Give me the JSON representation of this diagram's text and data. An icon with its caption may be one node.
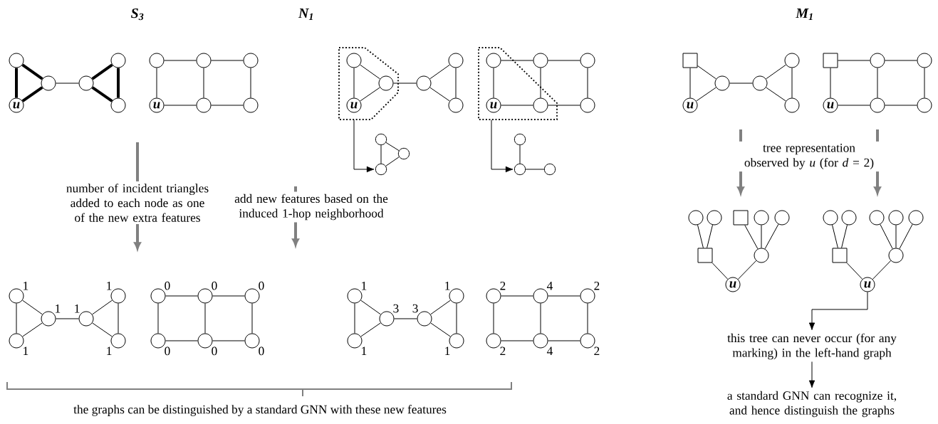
{
  "diagram": {
    "nodes": [
      {
        "text": [],
        "shape": "circle"
      },
      {
        "text": [
          "u"
        ]
      },
      {
        "text": [],
        "shape": "circle"
      },
      {
        "text": [],
        "shape": "circle"
      },
      {
        "text": [],
        "shape": "circle"
      },
      {
        "text": [],
        "shape": "circle"
      },
      {
        "text": [],
        "shape": "circle"
      },
      {
        "text": [],
        "shape": "circle"
      },
      {
        "text": [],
        "shape": "circle"
      },
      {
        "text": [
          "u"
        ]
      },
      {
        "text": [],
        "shape": "circle"
      },
      {
        "text": [],
        "shape": "circle"
      },
      {
        "text": [
          "number of incident triangles added to each node as one of the new extra features"
        ]
      },
      {
        "text": [],
        "shape": "circle",
        "beside": [
          "1"
        ]
      },
      {
        "text": [],
        "shape": "circle",
        "beside": [
          "1"
        ]
      },
      {
        "text": [],
        "shape": "circle",
        "beside": [
          "1"
        ]
      },
      {
        "text": [],
        "shape": "circle",
        "beside": [
          "1"
        ]
      },
      {
        "text": [],
        "shape": "circle",
        "beside": [
          "1"
        ]
      },
      {
        "text": [],
        "shape": "circle",
        "beside": [
          "1"
        ]
      },
      {
        "text": [],
        "shape": "circle",
        "beside": [
          "0"
        ]
      },
      {
        "text": [],
        "shape": "circle",
        "beside": [
          "0"
        ]
      },
      {
        "text": [],
        "shape": "circle",
        "beside": [
          "0"
        ]
      },
      {
        "text": [],
        "shape": "circle",
        "beside": [
          "0"
        ]
      },
      {
        "text": [],
        "shape": "circle",
        "beside": [
          "0"
        ]
      },
      {
        "text": [],
        "shape": "circle",
        "beside": [
          "0"
        ]
      },
      {
        "text": [],
        "shape": "circle",
        "in": 37
      },
      {
        "text": [
          "u"
        ],
        "in": 37
      },
      {
        "text": [],
        "shape": "circle",
        "in": 37
      },
      {
        "text": [],
        "shape": "circle"
      },
      {
        "text": [],
        "shape": "circle"
      },
      {
        "text": [],
        "shape": "circle"
      },
      {
        "text": [],
        "shape": "circle",
        "in": 38
      },
      {
        "text": [],
        "shape": "circle"
      },
      {
        "text": [],
        "shape": "circle"
      },
      {
        "text": [
          "u"
        ],
        "in": 38
      },
      {
        "text": [],
        "shape": "circle",
        "in": 38
      },
      {
        "text": [],
        "shape": "circle"
      },
      {
        "text": [],
        "shape": "polygon"
      },
      {
        "text": [],
        "shape": "polygon"
      },
      {
        "text": [],
        "shape": "circle"
      },
      {
        "text": [],
        "shape": "circle"
      },
      {
        "text": [],
        "shape": "circle"
      },
      {
        "text": [],
        "shape": "circle"
      },
      {
        "text": [],
        "shape": "circle"
      },
      {
        "text": [],
        "shape": "circle"
      },
      {
        "text": [
          "add new features based on the induced 1-hop neighborhood"
        ]
      },
      {
        "text": [],
        "shape": "circle",
        "beside": [
          "1"
        ]
      },
      {
        "text": [],
        "shape": "circle",
        "beside": [
          "1"
        ]
      },
      {
        "text": [],
        "shape": "circle",
        "beside": [
          "3"
        ]
      },
      {
        "text": [],
        "shape": "circle",
        "beside": [
          "3"
        ]
      },
      {
        "text": [],
        "shape": "circle",
        "beside": [
          "1"
        ]
      },
      {
        "text": [],
        "shape": "circle",
        "beside": [
          "1"
        ]
      },
      {
        "text": [],
        "shape": "circle",
        "beside": [
          "2"
        ]
      },
      {
        "text": [],
        "shape": "circle",
        "beside": [
          "4"
        ]
      },
      {
        "text": [],
        "shape": "circle",
        "beside": [
          "2"
        ]
      },
      {
        "text": [],
        "shape": "circle",
        "beside": [
          "2"
        ]
      },
      {
        "text": [],
        "shape": "circle",
        "beside": [
          "4"
        ]
      },
      {
        "text": [],
        "shape": "circle",
        "beside": [
          "2"
        ]
      },
      {
        "text": [],
        "shape": "box"
      },
      {
        "text": [
          "u"
        ]
      },
      {
        "text": [],
        "shape": "circle"
      },
      {
        "text": [],
        "shape": "circle"
      },
      {
        "text": [],
        "shape": "circle"
      },
      {
        "text": [],
        "shape": "circle"
      },
      {
        "text": [],
        "shape": "box"
      },
      {
        "text": [],
        "shape": "circle"
      },
      {
        "text": [],
        "shape": "circle"
      },
      {
        "text": [
          "u"
        ]
      },
      {
        "text": [],
        "shape": "circle"
      },
      {
        "text": [],
        "shape": "circle"
      },
      {
        "text": [
          "tree representation observed by *u* (for *d* = 2)"
        ]
      },
      {
        "text": [],
        "shape": "circle"
      },
      {
        "text": [],
        "shape": "circle"
      },
      {
        "text": [],
        "shape": "box"
      },
      {
        "text": [],
        "shape": "circle"
      },
      {
        "text": [],
        "shape": "circle"
      },
      {
        "text": [],
        "shape": "box"
      },
      {
        "text": [],
        "shape": "circle"
      },
      {
        "text": [
          "u"
        ]
      },
      {
        "text": [],
        "shape": "circle"
      },
      {
        "text": [],
        "shape": "circle"
      },
      {
        "text": [],
        "shape": "circle"
      },
      {
        "text": [],
        "shape": "circle"
      },
      {
        "text": [],
        "shape": "circle"
      },
      {
        "text": [],
        "shape": "box"
      },
      {
        "text": [],
        "shape": "circle"
      },
      {
        "text": [
          "u"
        ]
      },
      {
        "text": [
          "this tree can never occur (for any marking) in the left-hand graph"
        ]
      },
      {
        "text": [
          "a standard GNN can recognize it, and hence distinguish the graphs"
        ]
      }
    ],
    "edges": [
      {
        "from": 0,
        "to": 1,
        "arrow": "none",
        "style": "thick"
      },
      {
        "from": 0,
        "to": 2,
        "arrow": "none",
        "style": "thick"
      },
      {
        "from": 1,
        "to": 2,
        "arrow": "none",
        "style": "thick"
      },
      {
        "from": 2,
        "to": 3,
        "arrow": "none"
      },
      {
        "from": 3,
        "to": 4,
        "arrow": "none",
        "style": "thick"
      },
      {
        "from": 3,
        "to": 5,
        "arrow": "none",
        "style": "thick"
      },
      {
        "from": 4,
        "to": 5,
        "arrow": "none",
        "style": "thick"
      },
      {
        "from": 6,
        "to": 7,
        "arrow": "none"
      },
      {
        "from": 7,
        "to": 8,
        "arrow": "none"
      },
      {
        "from": 9,
        "to": 10,
        "arrow": "none"
      },
      {
        "from": 10,
        "to": 11,
        "arrow": "none"
      },
      {
        "from": 6,
        "to": 9,
        "arrow": "none"
      },
      {
        "from": 7,
        "to": 10,
        "arrow": "none"
      },
      {
        "from": 8,
        "to": 11,
        "arrow": "none"
      },
      {
        "from": null,
        "to": 12,
        "arrow": "none",
        "style": "thick",
        "color": "#808080"
      },
      {
        "from": 12,
        "to": null,
        "arrow": "to",
        "style": "thick",
        "color": "#808080"
      },
      {
        "from": 13,
        "to": 14,
        "arrow": "none"
      },
      {
        "from": 13,
        "to": 15,
        "arrow": "none"
      },
      {
        "from": 14,
        "to": 15,
        "arrow": "none"
      },
      {
        "from": 15,
        "to": 16,
        "arrow": "none"
      },
      {
        "from": 16,
        "to": 17,
        "arrow": "none"
      },
      {
        "from": 16,
        "to": 18,
        "arrow": "none"
      },
      {
        "from": 17,
        "to": 18,
        "arrow": "none"
      },
      {
        "from": 19,
        "to": 20,
        "arrow": "none"
      },
      {
        "from": 20,
        "to": 21,
        "arrow": "none"
      },
      {
        "from": 22,
        "to": 23,
        "arrow": "none"
      },
      {
        "from": 23,
        "to": 24,
        "arrow": "none"
      },
      {
        "from": 19,
        "to": 22,
        "arrow": "none"
      },
      {
        "from": 20,
        "to": 23,
        "arrow": "none"
      },
      {
        "from": 21,
        "to": 24,
        "arrow": "none"
      },
      {
        "from": 25,
        "to": 26,
        "arrow": "none"
      },
      {
        "from": 25,
        "to": 27,
        "arrow": "none"
      },
      {
        "from": 26,
        "to": 27,
        "arrow": "none"
      },
      {
        "from": 27,
        "to": 28,
        "arrow": "none"
      },
      {
        "from": 28,
        "to": 29,
        "arrow": "none"
      },
      {
        "from": 28,
        "to": 30,
        "arrow": "none"
      },
      {
        "from": 29,
        "to": 30,
        "arrow": "none"
      },
      {
        "from": 31,
        "to": 32,
        "arrow": "none"
      },
      {
        "from": 32,
        "to": 33,
        "arrow": "none"
      },
      {
        "from": 34,
        "to": 35,
        "arrow": "none"
      },
      {
        "from": 35,
        "to": 36,
        "arrow": "none"
      },
      {
        "from": 31,
        "to": 34,
        "arrow": "none"
      },
      {
        "from": 32,
        "to": 35,
        "arrow": "none"
      },
      {
        "from": 33,
        "to": 36,
        "arrow": "none"
      },
      {
        "from": 37,
        "to": 41,
        "arrow": "to"
      },
      {
        "from": 38,
        "to": 43,
        "arrow": "to"
      },
      {
        "from": 39,
        "to": 40,
        "arrow": "none"
      },
      {
        "from": 39,
        "to": 41,
        "arrow": "none"
      },
      {
        "from": 40,
        "to": 41,
        "arrow": "none"
      },
      {
        "from": 42,
        "to": 43,
        "arrow": "none"
      },
      {
        "from": 43,
        "to": 44,
        "arrow": "none"
      },
      {
        "from": null,
        "to": 45,
        "arrow": "none",
        "style": "thick",
        "color": "#808080"
      },
      {
        "from": 45,
        "to": null,
        "arrow": "to",
        "style": "thick",
        "color": "#808080"
      },
      {
        "from": 46,
        "to": 47,
        "arrow": "none"
      },
      {
        "from": 46,
        "to": 48,
        "arrow": "none"
      },
      {
        "from": 47,
        "to": 48,
        "arrow": "none"
      },
      {
        "from": 48,
        "to": 49,
        "arrow": "none"
      },
      {
        "from": 49,
        "to": 50,
        "arrow": "none"
      },
      {
        "from": 49,
        "to": 51,
        "arrow": "none"
      },
      {
        "from": 50,
        "to": 51,
        "arrow": "none"
      },
      {
        "from": 52,
        "to": 53,
        "arrow": "none"
      },
      {
        "from": 53,
        "to": 54,
        "arrow": "none"
      },
      {
        "from": 55,
        "to": 56,
        "arrow": "none"
      },
      {
        "from": 56,
        "to": 57,
        "arrow": "none"
      },
      {
        "from": 52,
        "to": 55,
        "arrow": "none"
      },
      {
        "from": 53,
        "to": 56,
        "arrow": "none"
      },
      {
        "from": 54,
        "to": 57,
        "arrow": "none"
      },
      {
        "from": 58,
        "to": 59,
        "arrow": "none"
      },
      {
        "from": 58,
        "to": 60,
        "arrow": "none"
      },
      {
        "from": 59,
        "to": 60,
        "arrow": "none"
      },
      {
        "from": 60,
        "to": 61,
        "arrow": "none"
      },
      {
        "from": 61,
        "to": 62,
        "arrow": "none"
      },
      {
        "from": 61,
        "to": 63,
        "arrow": "none"
      },
      {
        "from": 62,
        "to": 63,
        "arrow": "none"
      },
      {
        "from": 64,
        "to": 65,
        "arrow": "none"
      },
      {
        "from": 65,
        "to": 66,
        "arrow": "none"
      },
      {
        "from": 67,
        "to": 68,
        "arrow": "none"
      },
      {
        "from": 68,
        "to": 69,
        "arrow": "none"
      },
      {
        "from": 64,
        "to": 67,
        "arrow": "none"
      },
      {
        "from": 65,
        "to": 68,
        "arrow": "none"
      },
      {
        "from": 66,
        "to": 69,
        "arrow": "none"
      },
      {
        "from": null,
        "to": 70,
        "arrow": "none",
        "style": "thick",
        "color": "#808080"
      },
      {
        "from": 70,
        "to": null,
        "arrow": "to",
        "style": "thick",
        "color": "#808080"
      },
      {
        "from": null,
        "to": 70,
        "arrow": "none",
        "style": "thick",
        "color": "#808080"
      },
      {
        "from": 70,
        "to": null,
        "arrow": "to",
        "style": "thick",
        "color": "#808080"
      },
      {
        "from": 78,
        "to": 76,
        "arrow": "none"
      },
      {
        "from": 78,
        "to": 77,
        "arrow": "none"
      },
      {
        "from": 76,
        "to": 71,
        "arrow": "none"
      },
      {
        "from": 76,
        "to": 72,
        "arrow": "none"
      },
      {
        "from": 77,
        "to": 73,
        "arrow": "none"
      },
      {
        "from": 77,
        "to": 74,
        "arrow": "none"
      },
      {
        "from": 77,
        "to": 75,
        "arrow": "none"
      },
      {
        "from": 86,
        "to": 84,
        "arrow": "none"
      },
      {
        "from": 86,
        "to": 85,
        "arrow": "none"
      },
      {
        "from": 84,
        "to": 79,
        "arrow": "none"
      },
      {
        "from": 84,
        "to": 80,
        "arrow": "none"
      },
      {
        "from": 85,
        "to": 81,
        "arrow": "none"
      },
      {
        "from": 85,
        "to": 82,
        "arrow": "none"
      },
      {
        "from": 85,
        "to": 83,
        "arrow": "none"
      },
      {
        "from": 86,
        "to": 87,
        "arrow": "to"
      },
      {
        "from": 87,
        "to": 88,
        "arrow": "to"
      }
    ],
    "labels": [
      "S$_{3}$",
      "N$_{1}$",
      "M$_{1}$",
      "the graphs can be distinguished by a standard GNN with these new features"
    ]
  }
}
